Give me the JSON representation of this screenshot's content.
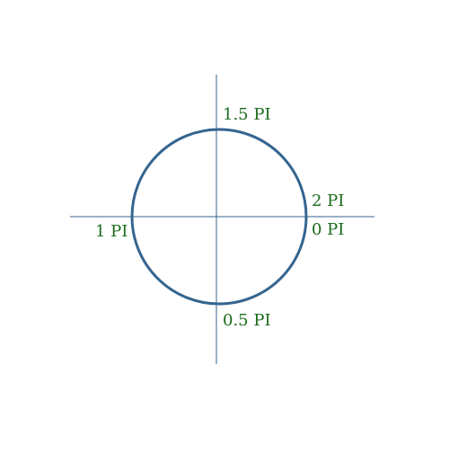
{
  "colors": {
    "circle": "#356590",
    "axes": "#356590",
    "labels": "#1a6b1a"
  },
  "labels": {
    "top": "1.5 PI",
    "right_upper": "2 PI",
    "right_lower": "0 PI",
    "left": "1 PI",
    "bottom": "0.5 PI"
  }
}
